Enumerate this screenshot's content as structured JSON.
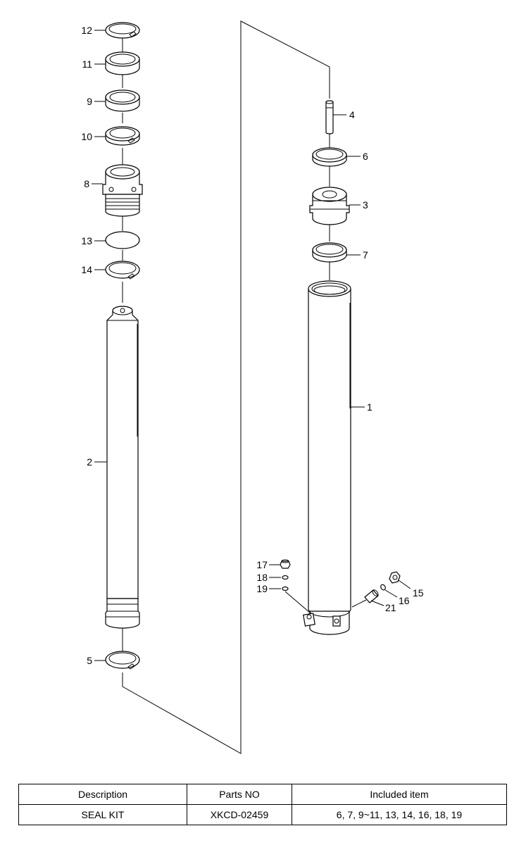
{
  "callouts": {
    "c1": "1",
    "c2": "2",
    "c3": "3",
    "c4": "4",
    "c5": "5",
    "c6": "6",
    "c7": "7",
    "c8": "8",
    "c9": "9",
    "c10": "10",
    "c11": "11",
    "c12": "12",
    "c13": "13",
    "c14": "14",
    "c15": "15",
    "c16": "16",
    "c17": "17",
    "c18": "18",
    "c19": "19",
    "c21": "21"
  },
  "table": {
    "headers": {
      "description": "Description",
      "parts_no": "Parts NO",
      "included": "Included item"
    },
    "row": {
      "description": "SEAL KIT",
      "parts_no": "XKCD-02459",
      "included": "6, 7, 9~11, 13, 14, 16, 18, 19"
    }
  }
}
